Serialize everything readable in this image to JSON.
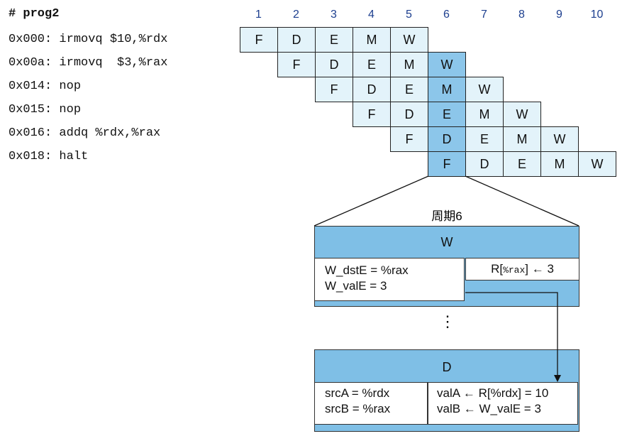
{
  "program": {
    "title": "# prog2",
    "lines": [
      "0x000: irmovq $10,%rdx",
      "0x00a: irmovq  $3,%rax",
      "0x014: nop",
      "0x015: nop",
      "0x016: addq %rdx,%rax",
      "0x018: halt"
    ]
  },
  "cycles": [
    "1",
    "2",
    "3",
    "4",
    "5",
    "6",
    "7",
    "8",
    "9",
    "10"
  ],
  "stages": [
    "F",
    "D",
    "E",
    "M",
    "W"
  ],
  "highlight_cycle": 6,
  "detail": {
    "title": "周期6",
    "w_stage": {
      "label": "W",
      "left_lines": [
        "W_dstE = %rax",
        "W_valE = 3"
      ],
      "right_prefix": "R[",
      "right_reg": "%rax",
      "right_suffix": "] ← 3"
    },
    "ellipsis": "⋮",
    "d_stage": {
      "label": "D",
      "left_lines": [
        "srcA = %rdx",
        "srcB = %rax"
      ],
      "right_lines": [
        "valA ← R[%rdx] = 10",
        "valB ← W_valE = 3"
      ]
    }
  },
  "colors": {
    "cell": "#e3f3fa",
    "highlight": "#8cc6ea",
    "band": "#7fbfe6",
    "cycle_text": "#1d3f8f"
  }
}
